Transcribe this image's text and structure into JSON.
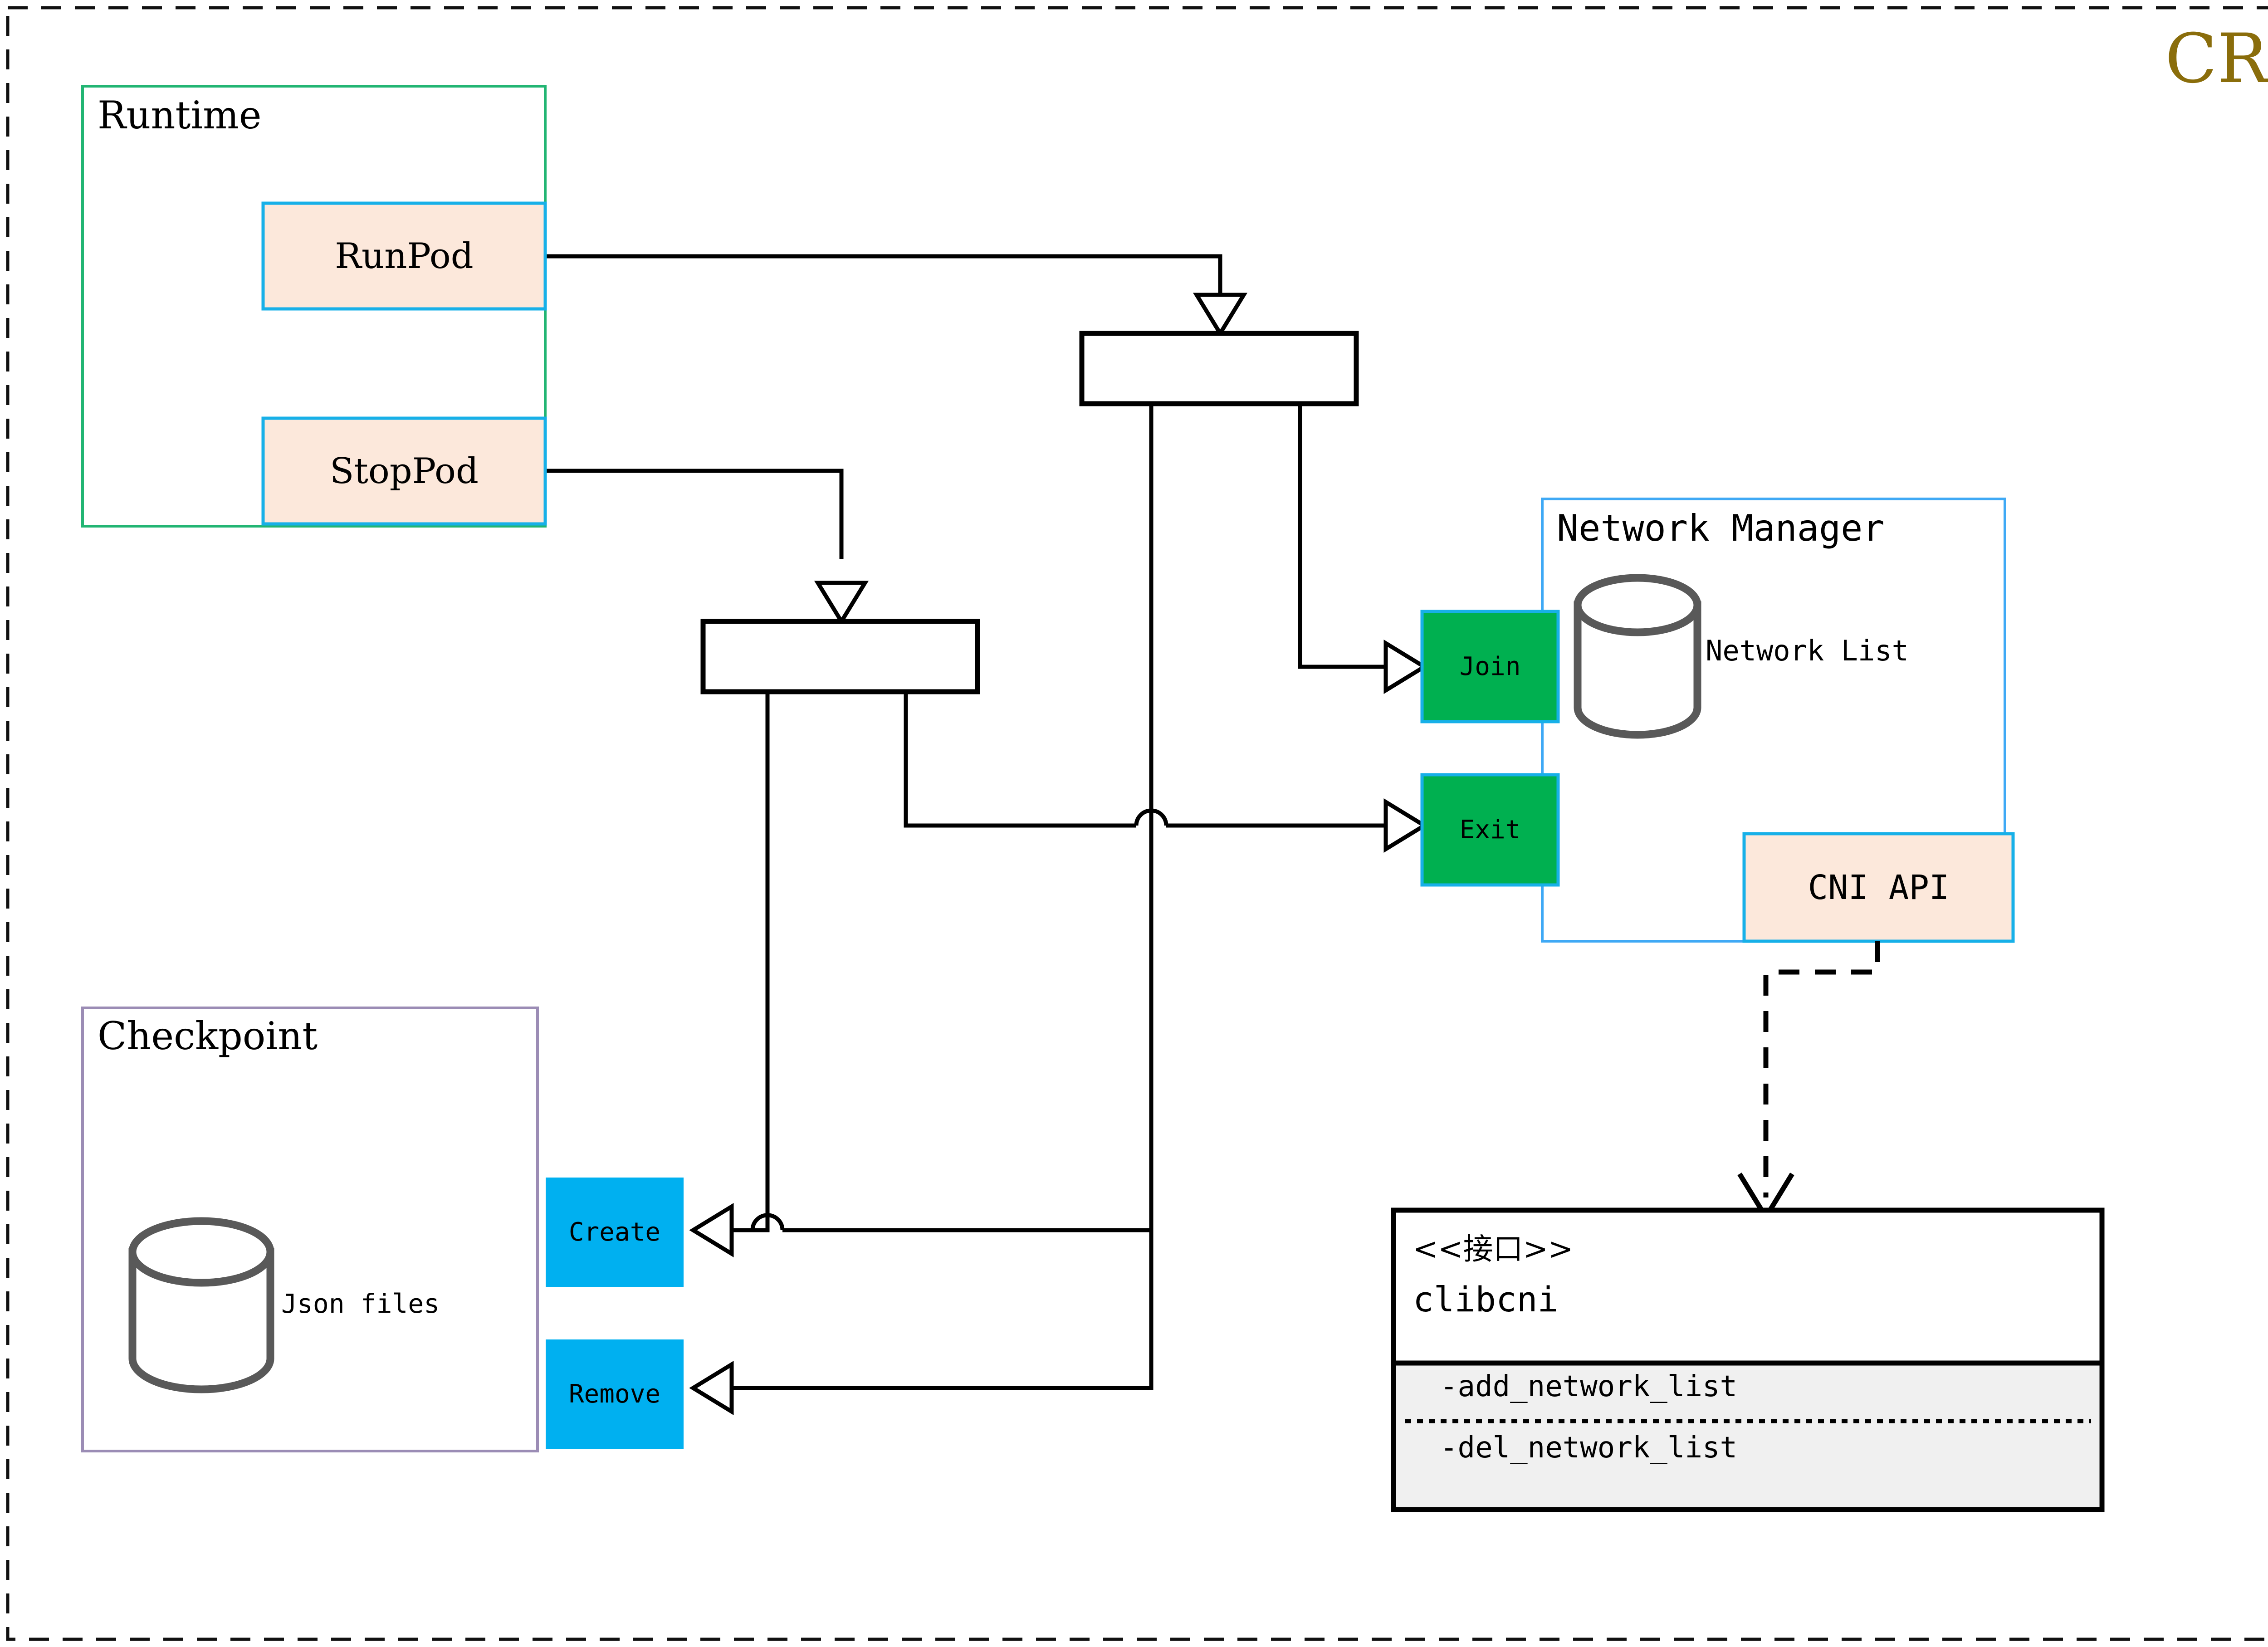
{
  "canvas": {
    "title": "CRI",
    "title_color": "#8a6d0b",
    "border_style": "dashed",
    "border_color": "#111111",
    "background": "#ffffff"
  },
  "palette": {
    "peach_fill": "#fce8db",
    "cyan_border": "#17b0e8",
    "green_border": "#22b573",
    "purple_border": "#9b8cb5",
    "blue_border": "#3fa9f5",
    "green_fill": "#00b050",
    "cyan_fill": "#00b0f0",
    "gray_stroke": "#595959",
    "iface_fill": "#f0f0f0",
    "line": "#000000"
  },
  "packages": [
    {
      "id": "runtime",
      "label": "Runtime",
      "border": "#22b573"
    },
    {
      "id": "checkpoint",
      "label": "Checkpoint",
      "border": "#9b8cb5"
    },
    {
      "id": "netmgr",
      "label": "Network Manager",
      "border": "#3fa9f5"
    }
  ],
  "operations": [
    {
      "id": "runpod",
      "label": "RunPod",
      "fill": "#fce8db",
      "border": "#17b0e8"
    },
    {
      "id": "stoppod",
      "label": "StopPod",
      "fill": "#fce8db",
      "border": "#17b0e8"
    },
    {
      "id": "cniapi",
      "label": "CNI API",
      "fill": "#fce8db",
      "border": "#17b0e8"
    },
    {
      "id": "join",
      "label": "Join",
      "fill": "#00b050",
      "border": "#17b0e8"
    },
    {
      "id": "exit",
      "label": "Exit",
      "fill": "#00b050",
      "border": "#17b0e8"
    },
    {
      "id": "create",
      "label": "Create",
      "fill": "#00b0f0",
      "border": "#00b0f0"
    },
    {
      "id": "remove",
      "label": "Remove",
      "fill": "#00b0f0",
      "border": "#00b0f0"
    }
  ],
  "datastores": [
    {
      "id": "json-files",
      "label": "Json files",
      "package": "checkpoint"
    },
    {
      "id": "network-list",
      "label": "Network List",
      "package": "netmgr"
    }
  ],
  "interface": {
    "stereotype": "<<接口>>",
    "name": "clibcni",
    "methods": [
      "-add_network_list",
      "-del_network_list"
    ]
  },
  "fork_bars": [
    {
      "id": "fork-bar-runpod",
      "source": "RunPod"
    },
    {
      "id": "fork-bar-stoppod",
      "source": "StopPod"
    }
  ]
}
